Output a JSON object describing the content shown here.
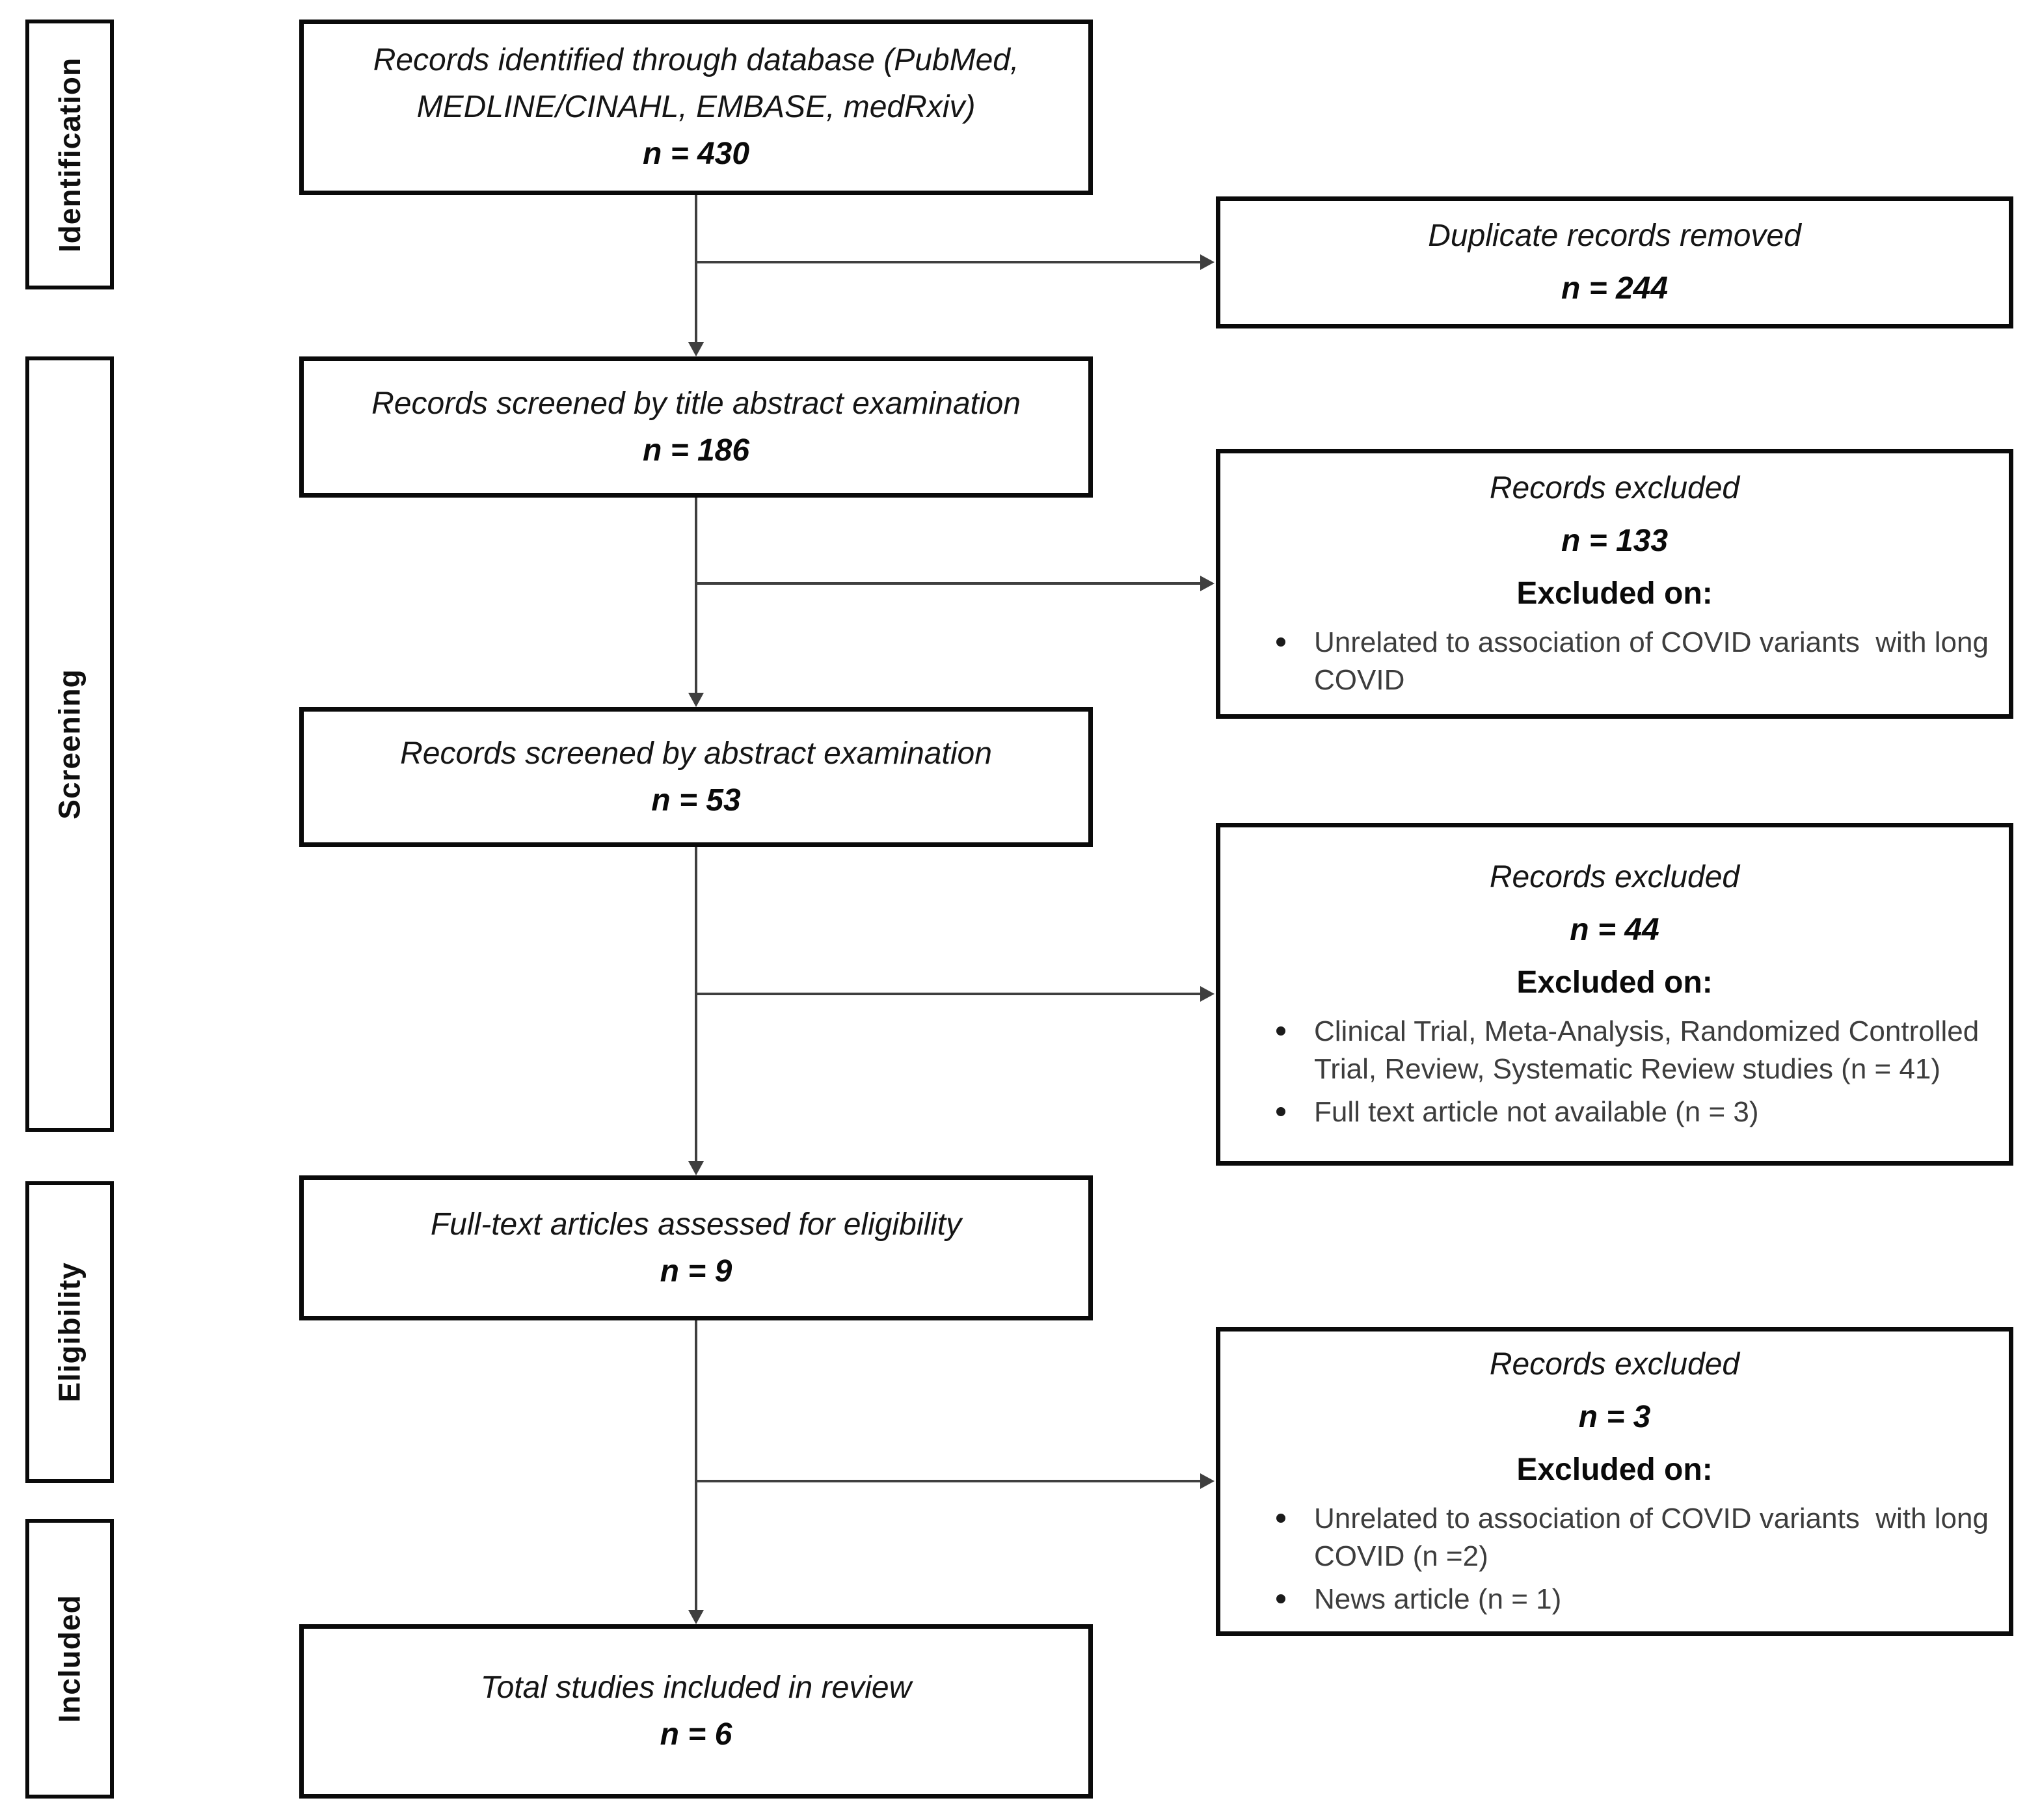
{
  "sidebar": {
    "labels": [
      "Identification",
      "Screening",
      "Eligibility",
      "Included"
    ]
  },
  "steps": [
    {
      "text": "Records identified through database (PubMed, MEDLINE/CINAHL, EMBASE, medRxiv)",
      "n": "n = 430"
    },
    {
      "text": "Records screened by title abstract examination",
      "n": "n = 186"
    },
    {
      "text": "Records screened by abstract examination",
      "n": "n = 53"
    },
    {
      "text": "Full-text articles assessed for eligibility",
      "n": "n = 9"
    },
    {
      "text": "Total studies included in review",
      "n": "n = 6"
    }
  ],
  "exclusions": [
    {
      "title": "Duplicate records removed",
      "n": "n = 244"
    },
    {
      "title": "Records excluded",
      "n": "n = 133",
      "excluded_on": "Excluded on:",
      "reasons": [
        "Unrelated to association of COVID variants  with long COVID"
      ]
    },
    {
      "title": "Records excluded",
      "n": "n = 44",
      "excluded_on": "Excluded on:",
      "reasons": [
        "Clinical Trial, Meta-Analysis, Randomized Controlled Trial, Review, Systematic Review studies (n = 41)",
        "Full text article not available (n = 3)"
      ]
    },
    {
      "title": "Records excluded",
      "n": "n = 3",
      "excluded_on": "Excluded on:",
      "reasons": [
        "Unrelated to association of COVID variants  with long COVID (n =2)",
        "News article (n = 1)"
      ]
    }
  ]
}
